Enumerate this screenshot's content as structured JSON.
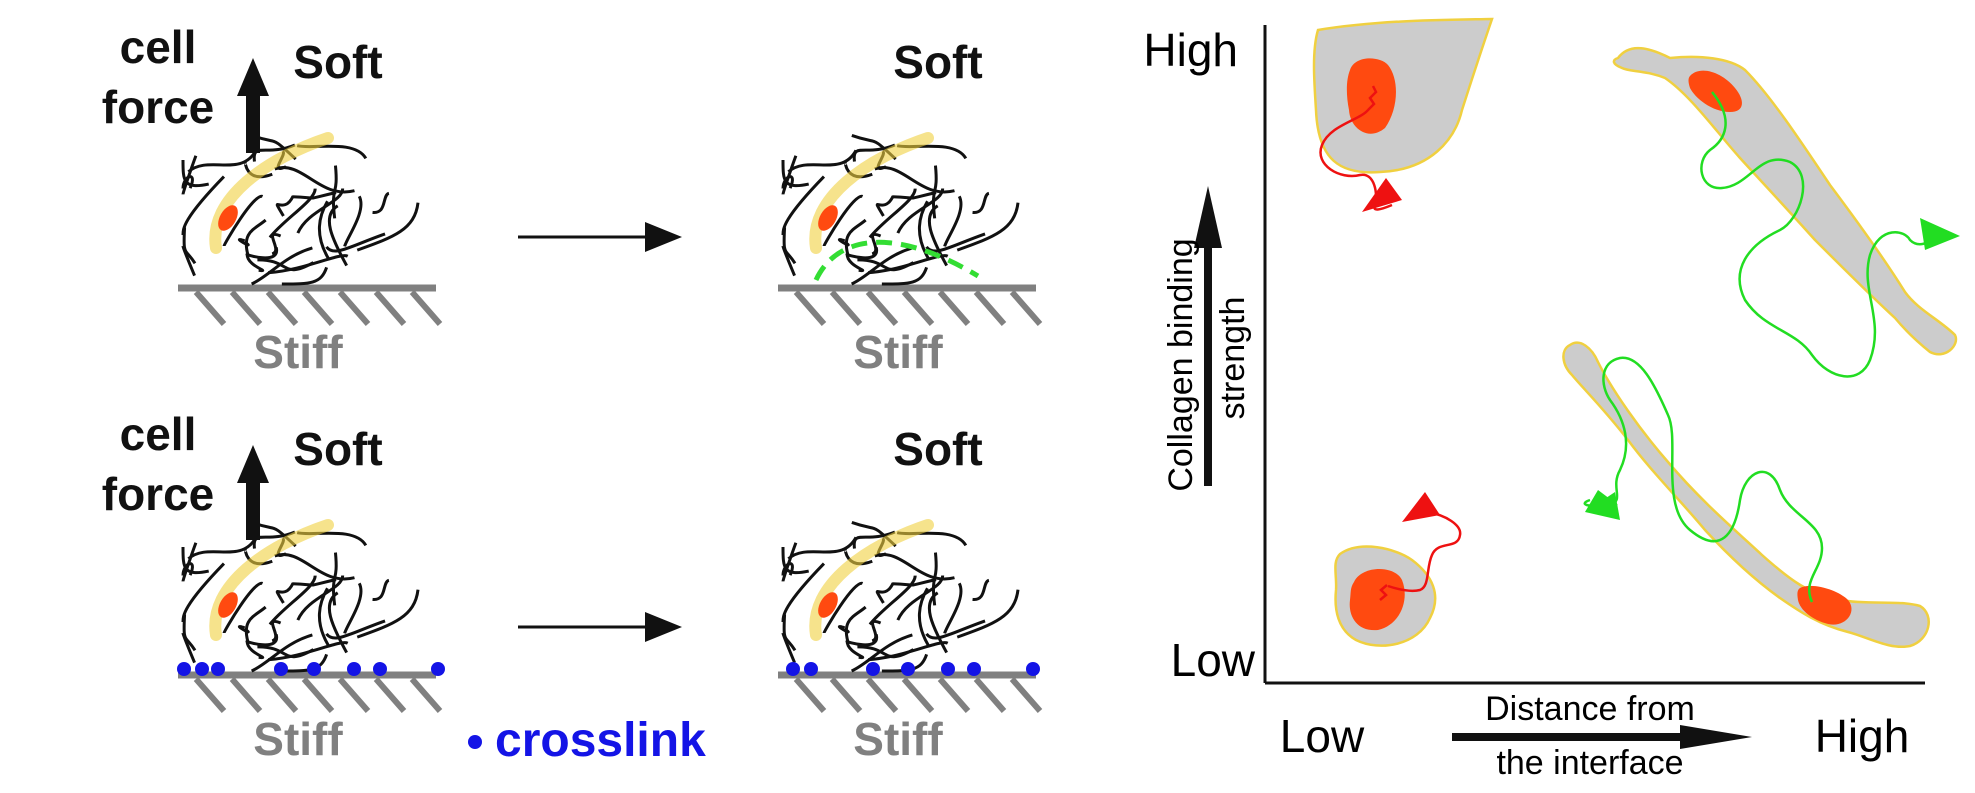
{
  "colors": {
    "fiber": "#111111",
    "stiff": "#808080",
    "crosslink": "#1414e6",
    "cell_fill": "#cccccc",
    "cell_outline": "#f0d040",
    "nucleus": "#ff4a10",
    "path_low": "#ee1111",
    "path_high": "#22dd22",
    "deformation": "#33dd33"
  },
  "panels": {
    "top_left": {
      "force_label_1": "cell",
      "force_label_2": "force",
      "soft": "Soft",
      "stiff": "Stiff"
    },
    "top_right": {
      "soft": "Soft",
      "stiff": "Stiff"
    },
    "bottom_left": {
      "force_label_1": "cell",
      "force_label_2": "force",
      "soft": "Soft",
      "stiff": "Stiff"
    },
    "bottom_right": {
      "soft": "Soft",
      "stiff": "Stiff"
    }
  },
  "legend": {
    "crosslink": "crosslink"
  },
  "plot": {
    "y_high": "High",
    "y_low": "Low",
    "y_axis_line1": "Collagen binding",
    "y_axis_line2": "strength",
    "x_low": "Low",
    "x_high": "High",
    "x_axis_line1": "Distance from",
    "x_axis_line2": "the interface"
  },
  "icons": [
    "up-arrow-icon",
    "right-arrow-icon",
    "crosslink-dot-icon",
    "cell-icon",
    "nucleus-icon"
  ]
}
